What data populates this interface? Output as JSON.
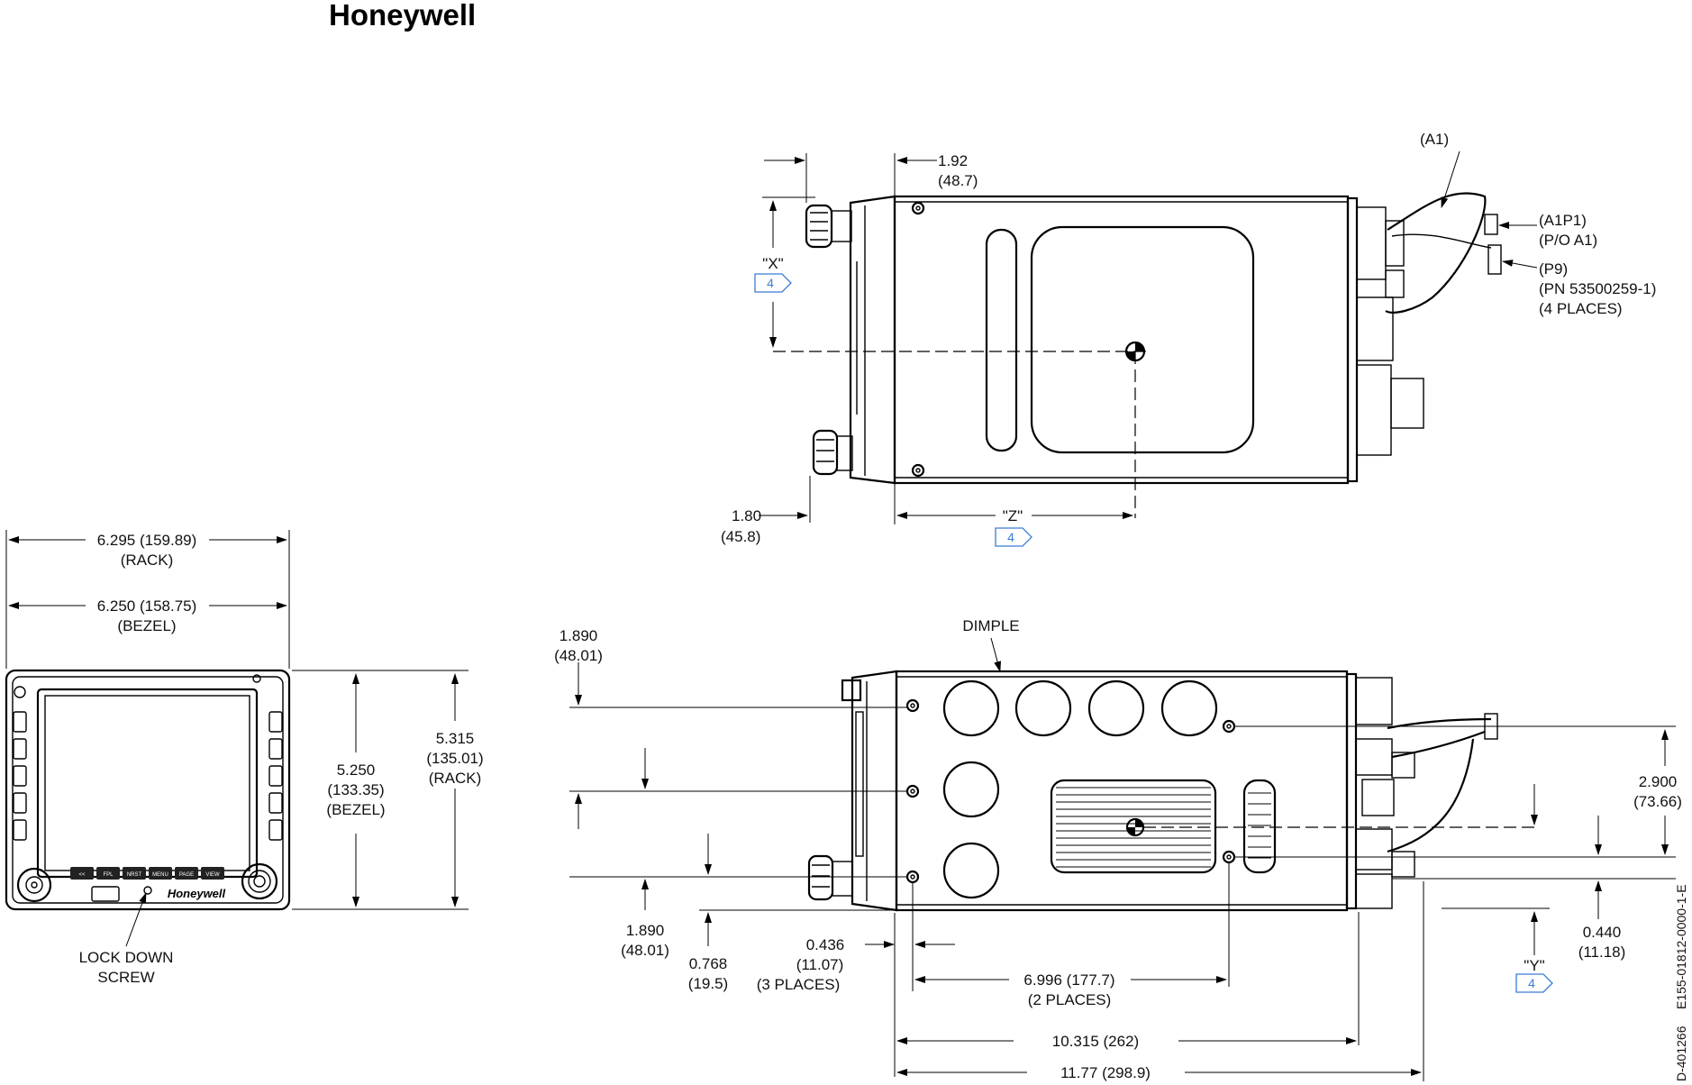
{
  "brand": "Honeywell",
  "bezel_brand": "Honeywell",
  "drawing_id": "D-401266",
  "drawing_number": "E155-01812-0000-1-E",
  "bezel_keys": [
    "<<",
    "FPL",
    "NRST",
    "MENU",
    "PAGE",
    "VIEW"
  ],
  "front_view": {
    "rack_width": "6.295 (159.89)",
    "rack_width_note": "(RACK)",
    "bezel_width": "6.250 (158.75)",
    "bezel_width_note": "(BEZEL)",
    "bezel_height": [
      "5.250",
      "(133.35)",
      "(BEZEL)"
    ],
    "rack_height": [
      "5.315",
      "(135.01)",
      "(RACK)"
    ],
    "lock_screw": [
      "LOCK DOWN",
      "SCREW"
    ]
  },
  "top_view": {
    "dim_192": [
      "1.92",
      "(48.7)"
    ],
    "dim_180": [
      "1.80",
      "(45.8)"
    ],
    "x_label": "\"X\"",
    "z_label": "\"Z\"",
    "note_ref": "4",
    "a1": "(A1)",
    "a1p1": [
      "(A1P1)",
      "(P/O A1)"
    ],
    "p9": [
      "(P9)",
      "(PN 53500259-1)",
      "(4 PLACES)"
    ]
  },
  "side_view": {
    "dimple": "DIMPLE",
    "dim_1890_top": [
      "1.890",
      "(48.01)"
    ],
    "dim_1890_bottom": [
      "1.890",
      "(48.01)"
    ],
    "dim_0768": [
      "0.768",
      "(19.5)"
    ],
    "dim_0436": [
      "0.436",
      "(11.07)",
      "(3 PLACES)"
    ],
    "dim_6996": [
      "6.996 (177.7)",
      "(2 PLACES)"
    ],
    "dim_10315": "10.315 (262)",
    "dim_1177": "11.77 (298.9)",
    "dim_2900": [
      "2.900",
      "(73.66)"
    ],
    "dim_0440": [
      "0.440",
      "(11.18)"
    ],
    "y_label": "\"Y\"",
    "note_ref": "4"
  }
}
